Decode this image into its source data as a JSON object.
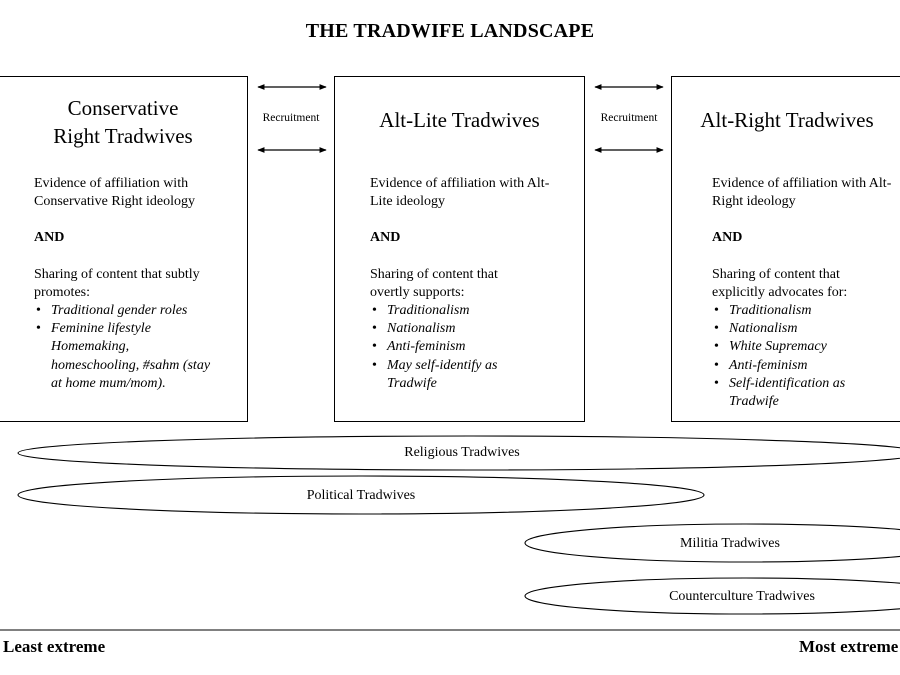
{
  "title": "THE TRADWIFE LANDSCAPE",
  "connector_label": "Recruitment",
  "boxes": [
    {
      "title_line1": "Conservative",
      "title_line2": "Right Tradwives",
      "evidence": "Evidence of affiliation with Conservative Right ideology",
      "and": "AND",
      "sharing": "Sharing of content that subtly promotes:",
      "items": [
        "Traditional gender roles",
        "Feminine lifestyle Homemaking, homeschooling, #sahm (stay at home mum/mom)."
      ]
    },
    {
      "title_line1": "Alt-Lite Tradwives",
      "evidence": "Evidence of affiliation with Alt-Lite ideology",
      "and": "AND",
      "sharing": "Sharing of content that overtly supports:",
      "items": [
        "Traditionalism",
        "Nationalism",
        "Anti-feminism",
        "May self-identify as Tradwife"
      ]
    },
    {
      "title_line1": "Alt-Right Tradwives",
      "evidence": "Evidence of affiliation with Alt-Right ideology",
      "and": "AND",
      "sharing": "Sharing of content that explicitly advocates for:",
      "items": [
        "Traditionalism",
        "Nationalism",
        "White Supremacy",
        "Anti-feminism",
        "Self-identification as Tradwife"
      ]
    }
  ],
  "ellipses": [
    {
      "label": "Religious Tradwives"
    },
    {
      "label": "Political Tradwives"
    },
    {
      "label": "Militia Tradwives"
    },
    {
      "label": "Counterculture Tradwives"
    }
  ],
  "scale": {
    "left": "Least extreme",
    "right": "Most extreme"
  }
}
